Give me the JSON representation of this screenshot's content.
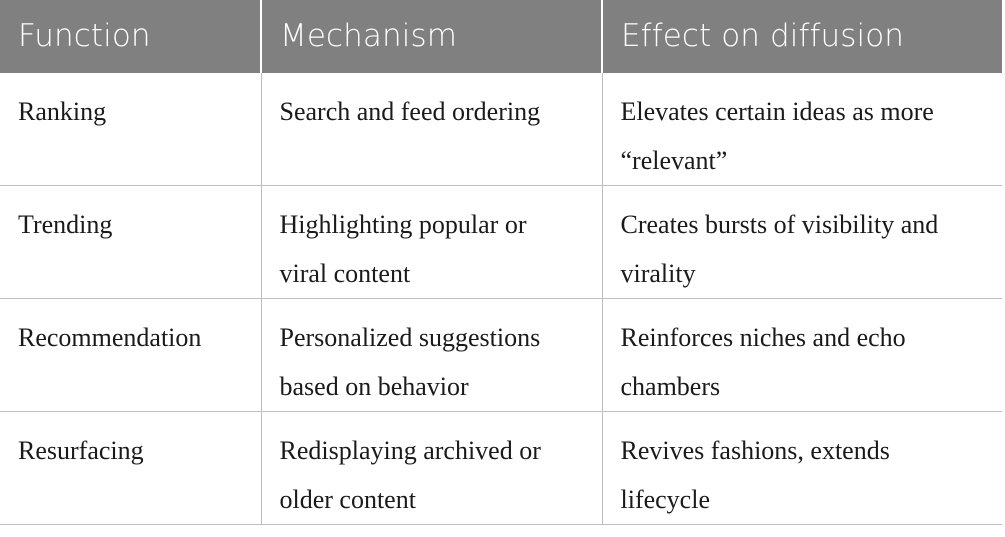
{
  "table": {
    "columns": [
      {
        "id": "function",
        "label": "Function"
      },
      {
        "id": "mechanism",
        "label": "Mechanism"
      },
      {
        "id": "effect",
        "label": "Effect on diffusion"
      }
    ],
    "rows": [
      {
        "function": "Ranking",
        "mechanism": "Search and feed ordering",
        "mechanism_line1": "Search and feed ordering",
        "mechanism_line2": "",
        "effect": "Elevates certain ideas as more “relevant”",
        "effect_line1": "Elevates certain ideas as more",
        "effect_line2": "“relevant”"
      },
      {
        "function": "Trending",
        "mechanism": "Highlighting popular or viral content",
        "mechanism_line1": "Highlighting popular or",
        "mechanism_line2": "viral content",
        "effect": "Creates bursts of visibility and virality",
        "effect_line1": "Creates bursts of visibility and",
        "effect_line2": "virality"
      },
      {
        "function": "Recommendation",
        "mechanism": "Personalized suggestions based on behavior",
        "mechanism_line1": "Personalized suggestions",
        "mechanism_line2": "based on behavior",
        "effect": "Reinforces niches and echo chambers",
        "effect_line1": "Reinforces niches and echo",
        "effect_line2": "chambers"
      },
      {
        "function": "Resurfacing",
        "mechanism": "Redisplaying archived or older content",
        "mechanism_line1": "Redisplaying archived or",
        "mechanism_line2": "older content",
        "effect": "Revives fashions, extends lifecycle",
        "effect_line1": "Revives fashions, extends",
        "effect_line2": "lifecycle"
      }
    ]
  },
  "colors": {
    "header_background": "#808080",
    "header_text": "#ffffff",
    "body_background": "#ffffff",
    "body_text": "#1a1a1a",
    "border": "#bfbfbf",
    "header_divider": "#ffffff"
  }
}
